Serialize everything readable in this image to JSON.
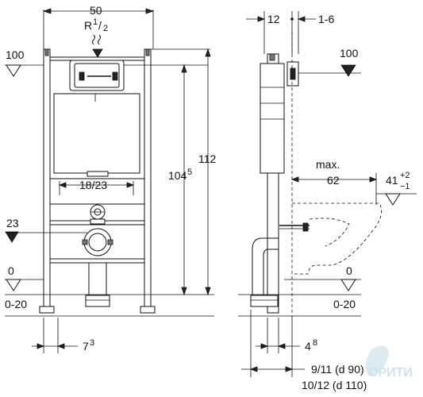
{
  "front_view": {
    "width_top": "50",
    "r_label_main": "R",
    "r_label_sup": "1",
    "r_label_sep": "/",
    "r_label_sub": "2",
    "level_100": "100",
    "spacing_18_23": "18/23",
    "height_104_main": "104",
    "height_104_sup": "5",
    "height_112": "112",
    "level_23": "23",
    "level_0": "0",
    "range_0_20": "0-20",
    "offset_7_main": "7",
    "offset_7_sup": "3"
  },
  "side_view": {
    "dim_12": "12",
    "dim_1_6": "1-6",
    "level_100": "100",
    "max_label": "max.",
    "depth_62": "62",
    "height_41": "41",
    "tol_plus": "+2",
    "tol_minus": "−1",
    "level_0": "0",
    "range_0_20": "0-20",
    "offset_4_main": "4",
    "offset_4_sup": "8",
    "pipe_d90": "9/11 (d 90)",
    "pipe_d110": "10/12 (d 110)"
  },
  "watermark": {
    "text": "ОРИТИ"
  },
  "colors": {
    "ink": "#111111",
    "fill_gray": "#777777",
    "watermark": "#cfe3ee"
  }
}
